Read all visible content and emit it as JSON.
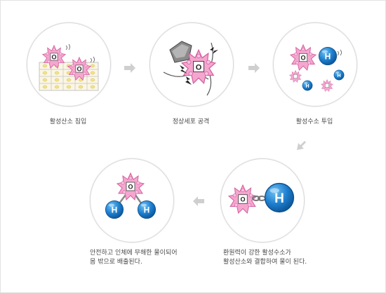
{
  "steps": [
    {
      "label": "활성산소 침입"
    },
    {
      "label": "정상세포 공격"
    },
    {
      "label": "활성수소 투입"
    },
    {
      "label_line1": "환원력이 강한 활성수소가",
      "label_line2": "활성산소와 결합하여 물이 된다."
    },
    {
      "label_line1": "안전하고 인체에 무해한 물이되어",
      "label_line2": "몸 밖으로 배출된다."
    }
  ],
  "glyphs": {
    "oxygen": "O",
    "hydrogen": "H"
  },
  "colors": {
    "oxygen_pink": "#f5a6cf",
    "oxygen_edge": "#d4609f",
    "hydrogen_blue": "#1e7fcf",
    "arrow_gray": "#cfcfcf",
    "cell_fill": "#fbf6e4"
  }
}
